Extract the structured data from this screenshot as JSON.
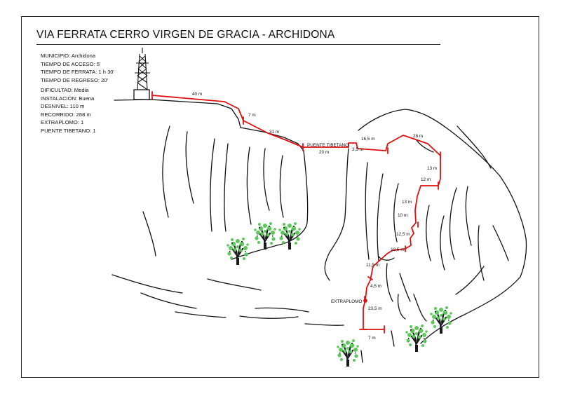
{
  "title": "VIA FERRATA CERRO VIRGEN DE GRACIA - ARCHIDONA",
  "info_access": [
    "MUNICIPIO: Archidona",
    "TIEMPO DE ACCESO: 5'",
    "TIEMPO DE FERRATA: 1 h 30'",
    "TIEMPO DE REGRESO: 20'"
  ],
  "info_route": [
    "DIFICULTAD: Media",
    "INSTALACIÓN: Buena",
    "DESNIVEL: 110 m",
    "RECORRIDO: 268 m",
    "EXTRAPLOMO: 1",
    "PUENTE TIBETANO: 1"
  ],
  "route_labels": {
    "s40": "40 m",
    "s7a": "7 m",
    "s31": "31 m",
    "puente": "PUENTE TIBETANO",
    "s20": "20 m",
    "s35": "3,5 m",
    "s165": "16,5 m",
    "s28": "28 m",
    "s13a": "13 m",
    "s12": "12 m",
    "s13b": "13 m",
    "s10": "10 m",
    "s125a": "12,5 m",
    "s125b": "12,5 m",
    "s115": "11,5 m",
    "s45": "4,5 m",
    "extraplomo": "EXTRAPLOMO",
    "s235": "23,5 m",
    "s7b": "7 m"
  },
  "colors": {
    "route": "#e01010",
    "rock": "#111111",
    "tree_leaf": "#5cc85c",
    "tree_trunk": "#1a1a1a"
  },
  "icons": [
    "antenna-tower-icon",
    "tree-icon"
  ]
}
